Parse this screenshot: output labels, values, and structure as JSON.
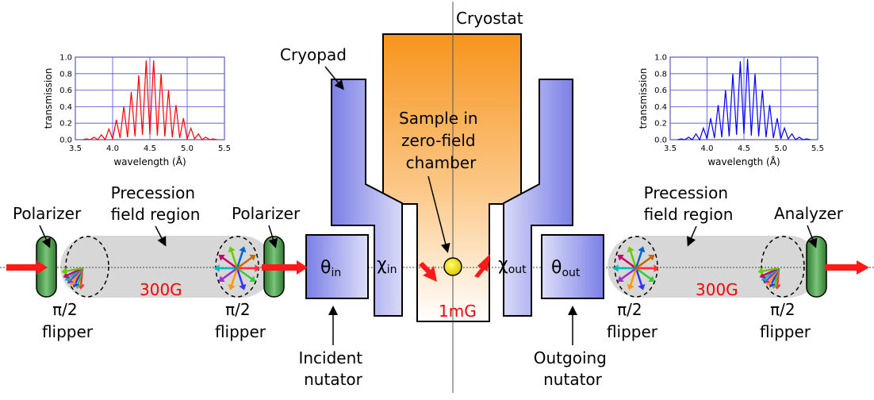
{
  "labels": {
    "cryostat": "Cryostat",
    "cryopad": "Cryopad",
    "sample": [
      "Sample in",
      "zero-field",
      "chamber"
    ],
    "polarizer_left": "Polarizer",
    "polarizer_mid": "Polarizer",
    "analyzer": "Analyzer",
    "precession_left": [
      "Precession",
      "field region"
    ],
    "precession_right": [
      "Precession",
      "field region"
    ],
    "field_left": "300G",
    "field_right": "300G",
    "field_sample": "1mG",
    "flipper": [
      "π/2",
      "flipper"
    ],
    "incident": [
      "Incident",
      "nutator"
    ],
    "outgoing": [
      "Outgoing",
      "nutator"
    ],
    "theta_in": "θ",
    "theta_in_sub": "in",
    "theta_out": "θ",
    "theta_out_sub": "out",
    "chi_in": "χ",
    "chi_in_sub": "in",
    "chi_out": "χ",
    "chi_out_sub": "out"
  },
  "chart_data": [
    {
      "type": "line",
      "ylabel": "transmission",
      "xlabel": "wavelength (Å)",
      "xlim": [
        3.5,
        5.5
      ],
      "ylim": [
        0,
        1.0
      ],
      "xticks": [
        "3.5",
        "4.0",
        "4.5",
        "5.0",
        "5.5"
      ],
      "yticks": [
        "0.0",
        "0.2",
        "0.4",
        "0.6",
        "0.8",
        "1.0"
      ],
      "grid": true,
      "color": "#ff0000",
      "series": [
        {
          "x": [
            3.6,
            3.65,
            3.7,
            3.75,
            3.8,
            3.85,
            3.9,
            3.95,
            4.0,
            4.05,
            4.1,
            4.15,
            4.2,
            4.25,
            4.3,
            4.35,
            4.4,
            4.45,
            4.5,
            4.55,
            4.6,
            4.65,
            4.7,
            4.75,
            4.8,
            4.85,
            4.9,
            4.95,
            5.0,
            5.05,
            5.1,
            5.15,
            5.2,
            5.25,
            5.3,
            5.35,
            5.4
          ],
          "y": [
            0.0,
            0.01,
            0.0,
            0.03,
            0.0,
            0.06,
            0.0,
            0.13,
            0.01,
            0.24,
            0.02,
            0.4,
            0.03,
            0.58,
            0.04,
            0.78,
            0.06,
            0.96,
            0.06,
            0.96,
            0.05,
            0.8,
            0.04,
            0.6,
            0.03,
            0.42,
            0.02,
            0.26,
            0.01,
            0.14,
            0.01,
            0.07,
            0.0,
            0.03,
            0.0,
            0.01,
            0.0
          ]
        }
      ]
    },
    {
      "type": "line",
      "ylabel": "transmission",
      "xlabel": "wavelength (Å)",
      "xlim": [
        3.5,
        5.5
      ],
      "ylim": [
        0,
        1.0
      ],
      "xticks": [
        "3.5",
        "4.0",
        "4.5",
        "5.0",
        "5.5"
      ],
      "yticks": [
        "0.0",
        "0.2",
        "0.4",
        "0.6",
        "0.8",
        "1.0"
      ],
      "grid": true,
      "color": "#0000ff",
      "series": [
        {
          "x": [
            3.6,
            3.65,
            3.7,
            3.75,
            3.8,
            3.85,
            3.9,
            3.95,
            4.0,
            4.05,
            4.1,
            4.15,
            4.2,
            4.25,
            4.3,
            4.35,
            4.4,
            4.45,
            4.5,
            4.55,
            4.6,
            4.65,
            4.7,
            4.75,
            4.8,
            4.85,
            4.9,
            4.95,
            5.0,
            5.05,
            5.1,
            5.15,
            5.2,
            5.25,
            5.3,
            5.35,
            5.4
          ],
          "y": [
            0.0,
            0.01,
            0.0,
            0.03,
            0.0,
            0.07,
            0.0,
            0.14,
            0.01,
            0.26,
            0.02,
            0.42,
            0.03,
            0.6,
            0.04,
            0.8,
            0.06,
            0.95,
            0.07,
            0.98,
            0.05,
            0.8,
            0.04,
            0.6,
            0.03,
            0.42,
            0.02,
            0.26,
            0.01,
            0.14,
            0.01,
            0.07,
            0.0,
            0.03,
            0.0,
            0.01,
            0.0
          ]
        }
      ]
    }
  ]
}
